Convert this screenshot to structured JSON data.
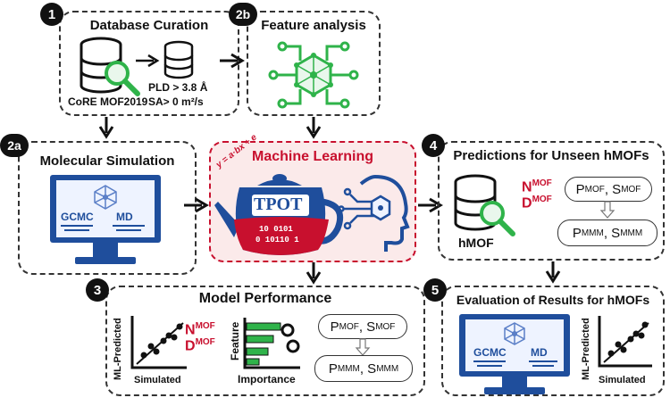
{
  "steps": {
    "s1": {
      "badge": "1",
      "title": "Database Curation",
      "db_label": "CoRE MOF2019",
      "criteria_1": "PLD > 3.8 Å",
      "criteria_2": "SA> 0 m²/s"
    },
    "s2b": {
      "badge": "2b",
      "title": "Feature analysis"
    },
    "s2a": {
      "badge": "2a",
      "title": "Molecular Simulation",
      "gcmc": "GCMC",
      "md": "MD"
    },
    "ml": {
      "title": "Machine Learning",
      "tpot": "TPOT",
      "formula": "y = a·bx + e",
      "binary_1": "10 0101",
      "binary_2": "0 10110 1"
    },
    "s4": {
      "badge": "4",
      "title": "Predictions for Unseen hMOFs",
      "db_label": "hMOF",
      "n": "N",
      "d": "D",
      "sup": "MOF",
      "p": "P",
      "s": "S",
      "sup2": "MMM",
      "comma": ", "
    },
    "s3": {
      "badge": "3",
      "title": "Model Performance",
      "ylabel": "ML-Predicted",
      "xlabel": "Simulated",
      "n": "N",
      "d": "D",
      "sup": "MOF",
      "feature": "Feature",
      "importance": "Importance",
      "p": "P",
      "s": "S",
      "sup2": "MMM",
      "comma": ", "
    },
    "s5": {
      "badge": "5",
      "title": "Evaluation of Results for hMOFs",
      "gcmc": "GCMC",
      "md": "MD",
      "ylabel": "ML-Predicted",
      "xlabel": "Simulated"
    }
  },
  "colors": {
    "accent_red": "#c8102e",
    "green": "#2fb34a",
    "blue": "#1f4e9c",
    "ml_bg": "#fbeaea"
  }
}
